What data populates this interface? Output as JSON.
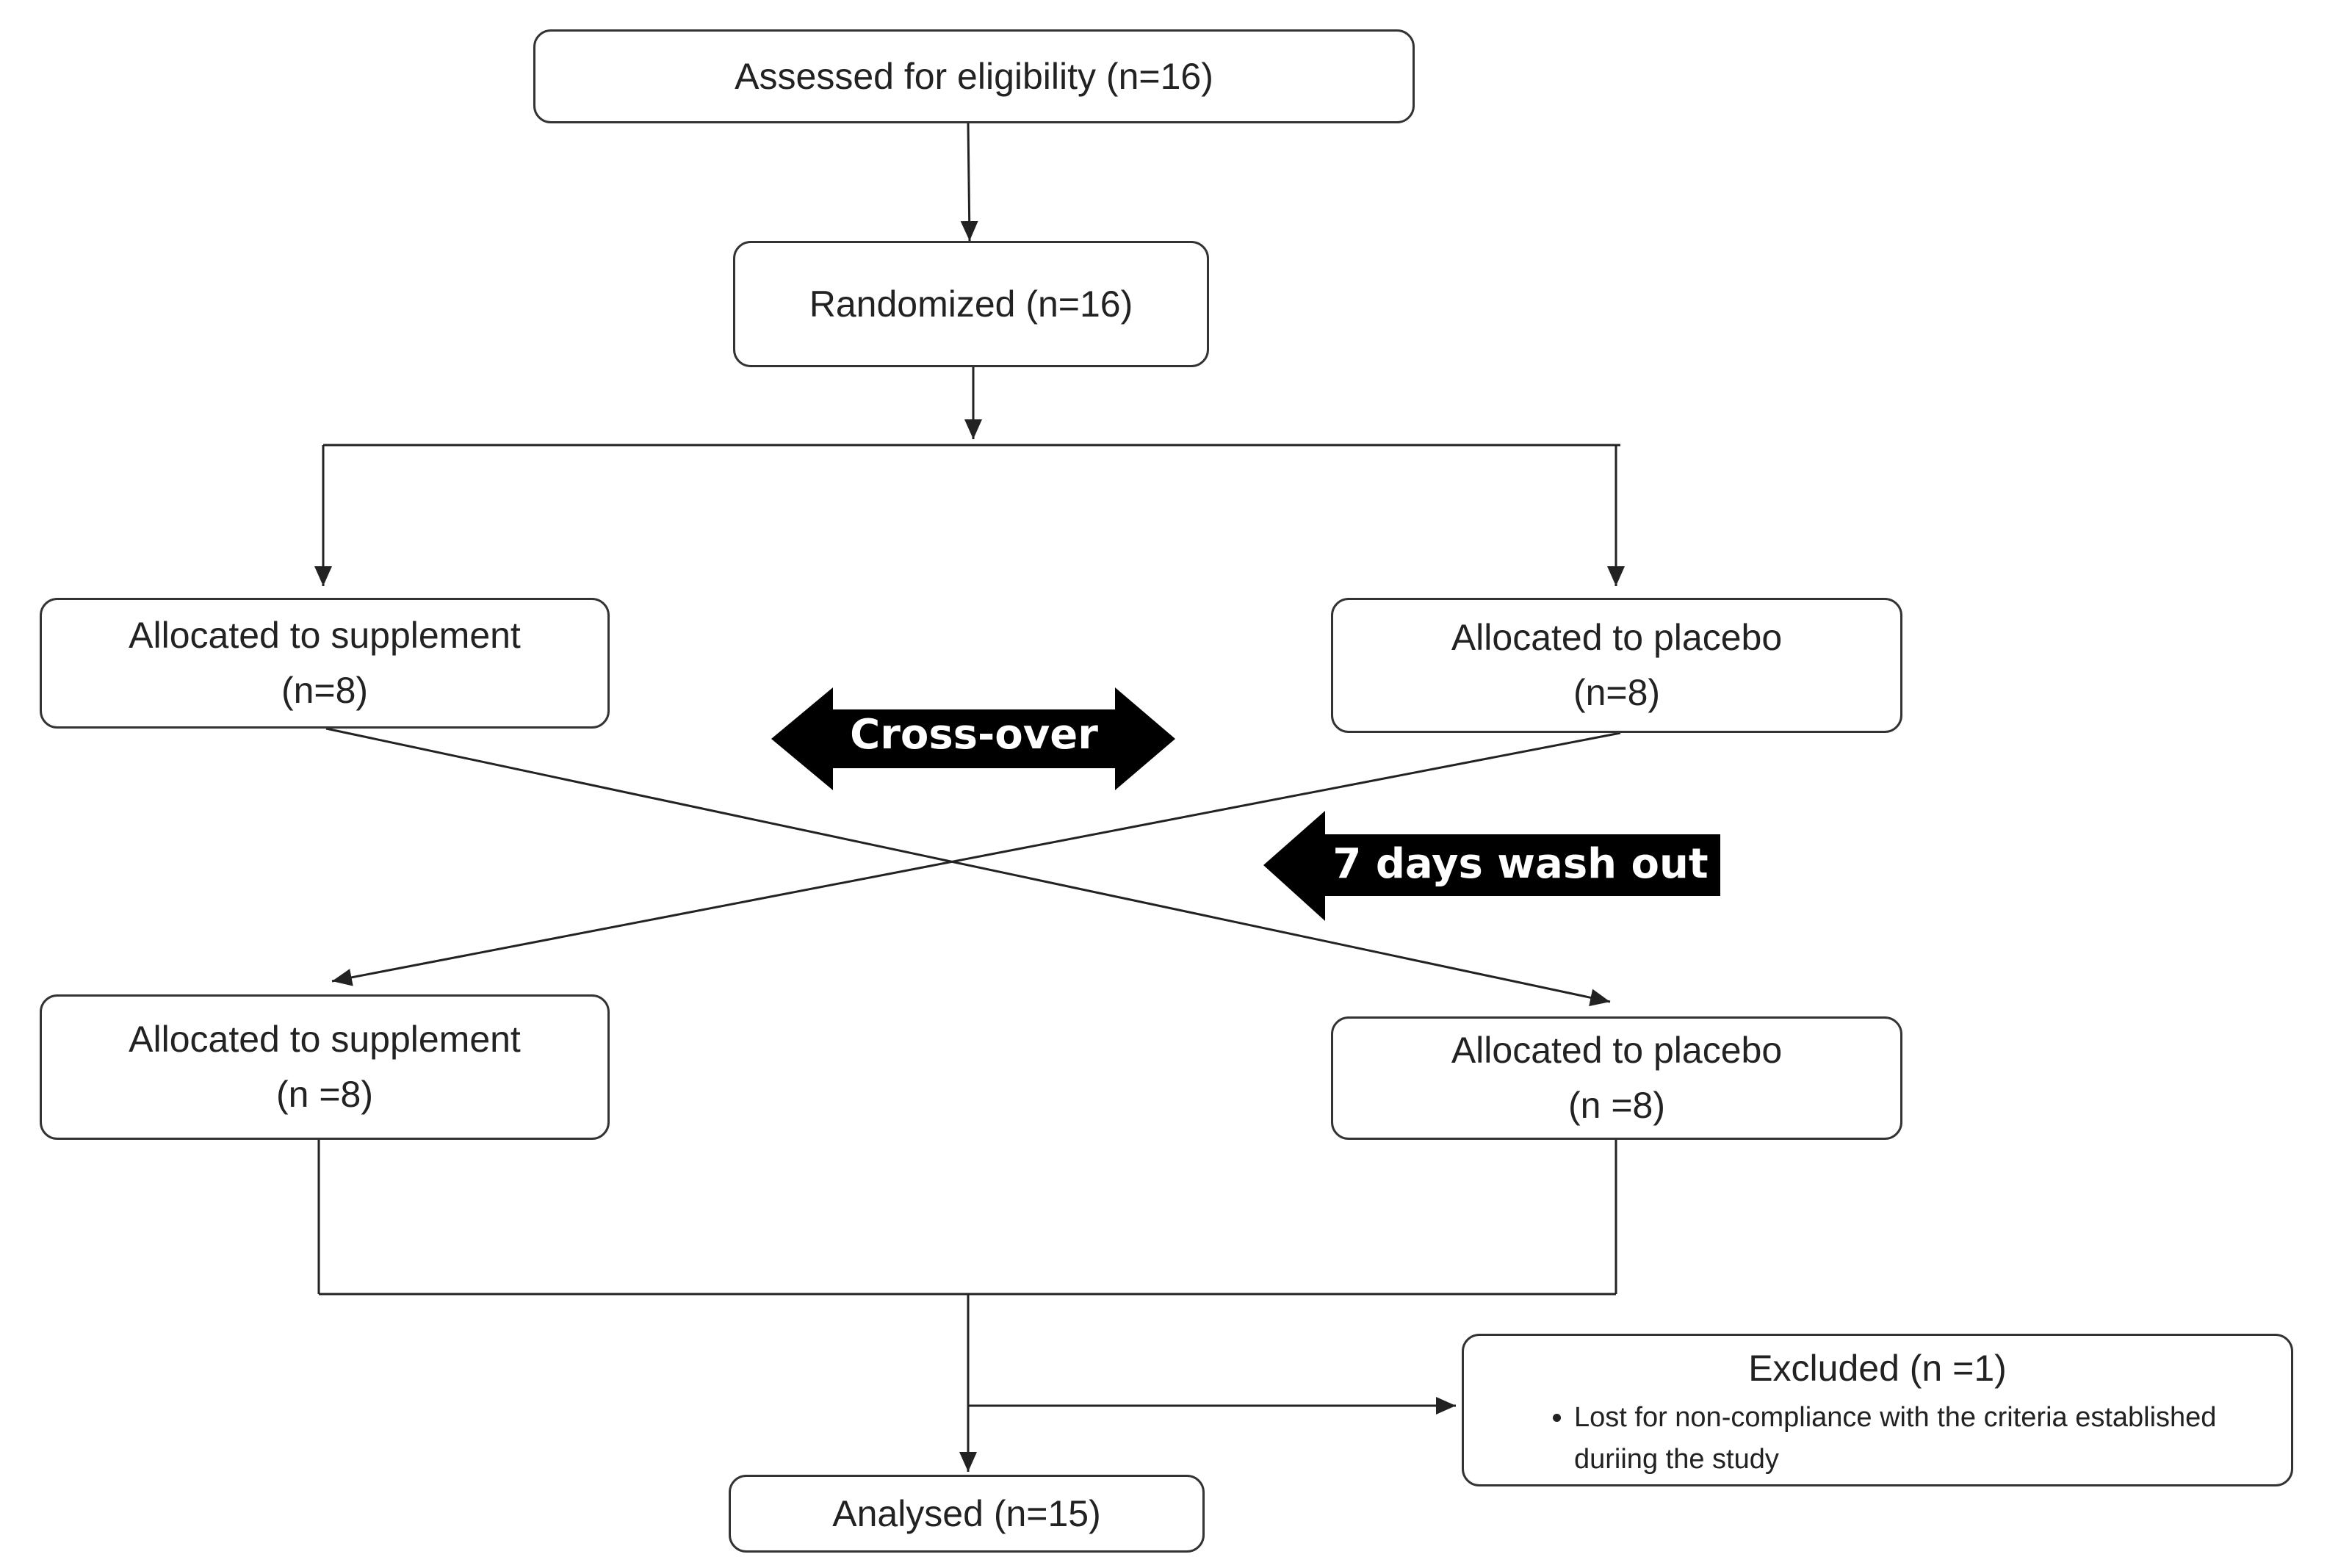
{
  "colors": {
    "line": "#222222",
    "box_border": "#333333",
    "arrow_fill": "#000000",
    "arrow_text": "#ffffff"
  },
  "boxes": {
    "eligibility": "Assessed for eligibility  (n=16)",
    "randomized": "Randomized (n=16)",
    "supplement_1": {
      "line1": "Allocated to supplement",
      "line2": "(n=8)"
    },
    "placebo_1": {
      "line1": "Allocated to placebo",
      "line2": "(n=8)"
    },
    "supplement_2": {
      "line1": "Allocated to supplement",
      "line2": "(n =8)"
    },
    "placebo_2": {
      "line1": "Allocated to placebo",
      "line2": "(n =8)"
    },
    "excluded": {
      "title": "Excluded (n =1)",
      "reason": "Lost for non-compliance with the criteria established duriing the study"
    },
    "analysed": "Analysed (n=15)"
  },
  "arrows": {
    "crossover": "Cross-over",
    "washout": "7 days wash out"
  }
}
